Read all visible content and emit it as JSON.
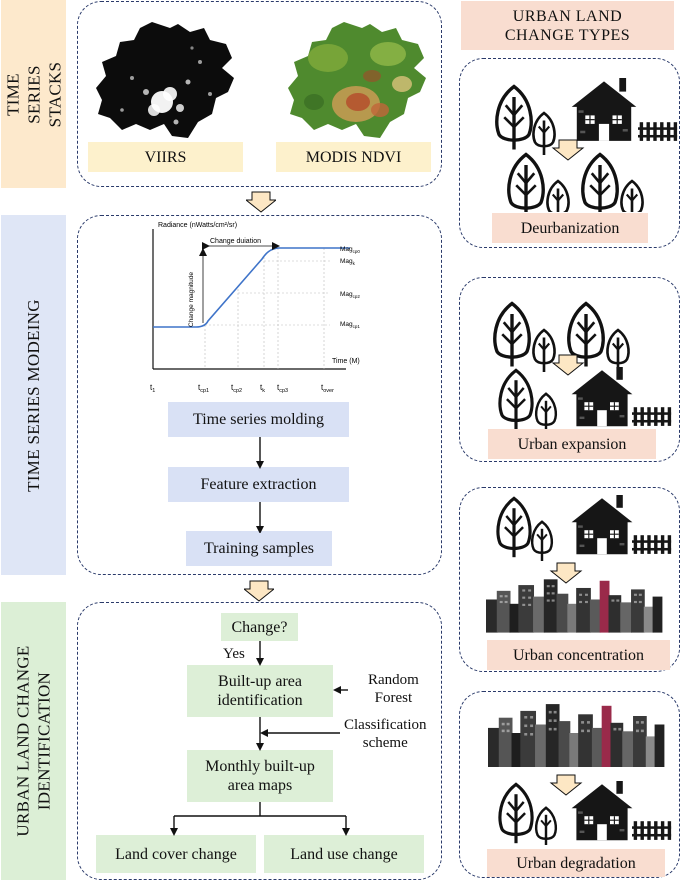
{
  "side_labels": {
    "stacks": "TIME SERIES\nSTACKS",
    "modeling": "TIME SERIES MODEING",
    "identification": "URBAN LAND CHANGE\nIDENTIFICATION"
  },
  "stacks": {
    "viirs": "VIIRS",
    "ndvi": "MODIS NDVI"
  },
  "modeling_chart": {
    "y_title": "Radiance  (nWatts/cm²/sr)",
    "x_title": "Time  (M)",
    "change_duration": "Change duiation",
    "change_magnitude": "Change magnitude",
    "mag": {
      "base": "Mag",
      "cp0_sub": "cp0",
      "k_sub": "k",
      "cp2_sub": "cp2",
      "cp1_sub": "cp1"
    },
    "t": {
      "base": "t",
      "t1_sub": "1",
      "cp1_sub": "cp1",
      "cp2_sub": "cp2",
      "k_sub": "k",
      "cp3_sub": "cp3",
      "over_sub": "over"
    }
  },
  "modeling_steps": [
    "Time series molding",
    "Feature extraction",
    "Training samples"
  ],
  "identification": {
    "change": "Change?",
    "yes": "Yes",
    "builtup": "Built-up area\nidentification",
    "random_forest": "Random\nForest",
    "classification": "Classification\nscheme",
    "monthly": "Monthly built-up\narea maps",
    "land_cover": "Land cover change",
    "land_use": "Land use change"
  },
  "types": {
    "header": "URBAN LAND\nCHANGE TYPES",
    "deurbanization": "Deurbanization",
    "expansion": "Urban expansion",
    "concentration": "Urban concentration",
    "degradation": "Urban degradation"
  },
  "colors": {
    "stacks_bg": "#fde9cc",
    "modeling_bg": "#dfe6f6",
    "identification_bg": "#dcefd6",
    "panel_border": "#2a3a6a",
    "curve": "#3f74c9",
    "arrow_fill": "#fde7c4"
  },
  "icons": [
    "tree-icon",
    "house-icon",
    "fence-icon",
    "city-skyline-icon",
    "hollow-down-arrow-icon",
    "satellite-map-icon"
  ]
}
